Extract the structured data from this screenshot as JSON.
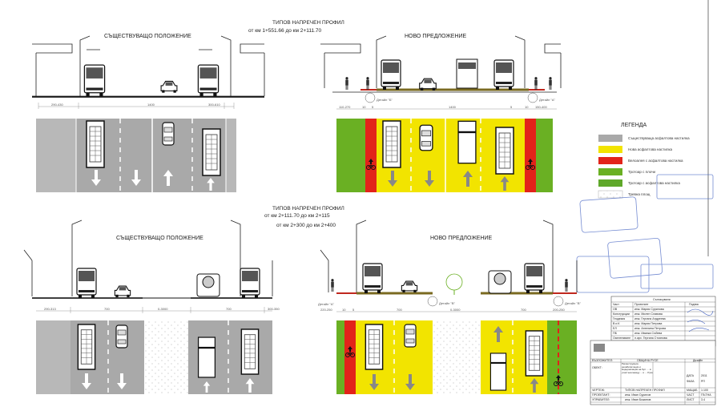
{
  "title_top": {
    "heading": "ТИПОВ НАПРЕЧЕН ПРОФИЛ",
    "range": "от км 1+551.66 до км 2+111.70"
  },
  "title_bottom": {
    "heading": "ТИПОВ НАПРЕЧЕН ПРОФИЛ",
    "range1": "от км 2+111.70 до км 2+115",
    "range2": "от км 2+300 до км 2+400"
  },
  "sections": {
    "existing": "СЪЩЕСТВУВАЩО ПОЛОЖЕНИЕ",
    "proposed": "НОВО ПРЕДЛОЖЕНИЕ"
  },
  "dims": {
    "top_left": [
      "290-430",
      "1400",
      "300-610"
    ],
    "top_right": [
      "110-270",
      "10",
      "5",
      "1400",
      "5",
      "10",
      "150-400"
    ],
    "bottom_left": [
      "290-313",
      "700",
      "0-3000",
      "700",
      "300-350"
    ],
    "bottom_right": [
      "220-250",
      "10",
      "5",
      "700",
      "0-3000",
      "700",
      "200-250"
    ]
  },
  "details": {
    "top_b": "Детайл \"Б\"",
    "top_a": "Детайл \"А\"",
    "bottom_a": "Детайл \"А\"",
    "bottom_v1": "Детайл \"В\"",
    "bottom_v2": "Детайл \"В\""
  },
  "legend": {
    "title": "ЛЕГЕНДА",
    "items": [
      {
        "label": "Съществуваща асфалтова настилка",
        "color": "#a9a9a9"
      },
      {
        "label": "Нова асфалтова настилка",
        "color": "#f2e400"
      },
      {
        "label": "Велоалея с асфалтова настилка",
        "color": "#e2231a"
      },
      {
        "label": "Тротоар с плочи",
        "color": "#6ab023"
      },
      {
        "label": "Тротоар с асфалтова настилка",
        "color": "#5fa82a"
      },
      {
        "label": "Тревна площ",
        "color": "#ffffff"
      }
    ]
  },
  "approvals": {
    "title": "Съгласували",
    "headers": [
      "Част",
      "Проектант",
      "Подпис"
    ],
    "rows": [
      [
        "ОВ",
        "инж. Мария Сурилова"
      ],
      [
        "Конструкции",
        "инж. Милен Славова"
      ],
      [
        "Геодезия",
        "инж. Гергана Андреева"
      ],
      [
        "В и К",
        "инж. Мария Петрова"
      ],
      [
        "ЕЛ",
        "инж. Ангелина Петрова"
      ],
      [
        "ПБ",
        "инж. Иванка Събева"
      ],
      [
        "Озеленяване",
        "л.арх. Гергана Стоянова"
      ]
    ]
  },
  "title_block": {
    "client_label": "ВЪЗЛОЖИТЕЛ:",
    "client": "ОБЩИНА РУСЕ",
    "object_label": "ОБЕКТ:",
    "object": "Реконструкция, рехабилитация и модернизация на бул. ... в участъка между ... и ... Русе",
    "design": "Дизайн",
    "date_label": "ДАТА",
    "date": "2011",
    "phase_label": "ФАЗА",
    "phase": "РП",
    "scale_label": "МАЩАБ",
    "scale": "1:100",
    "part_label": "ЧАСТ",
    "part": "ПЪТНА",
    "sheet_label": "ЛИСТ",
    "sheet": "3.4",
    "drawing_label": "ЧЕРТЕЖ:",
    "drawing": "ТИПОВ НАПРЕЧЕН ПРОФИЛ",
    "designer_label": "ПРОЕКТАНТ:",
    "designer": "инж. Иван Сурилов",
    "manager_label": "УПРАВИТЕЛ:",
    "manager": "инж. Иван Божинов"
  }
}
